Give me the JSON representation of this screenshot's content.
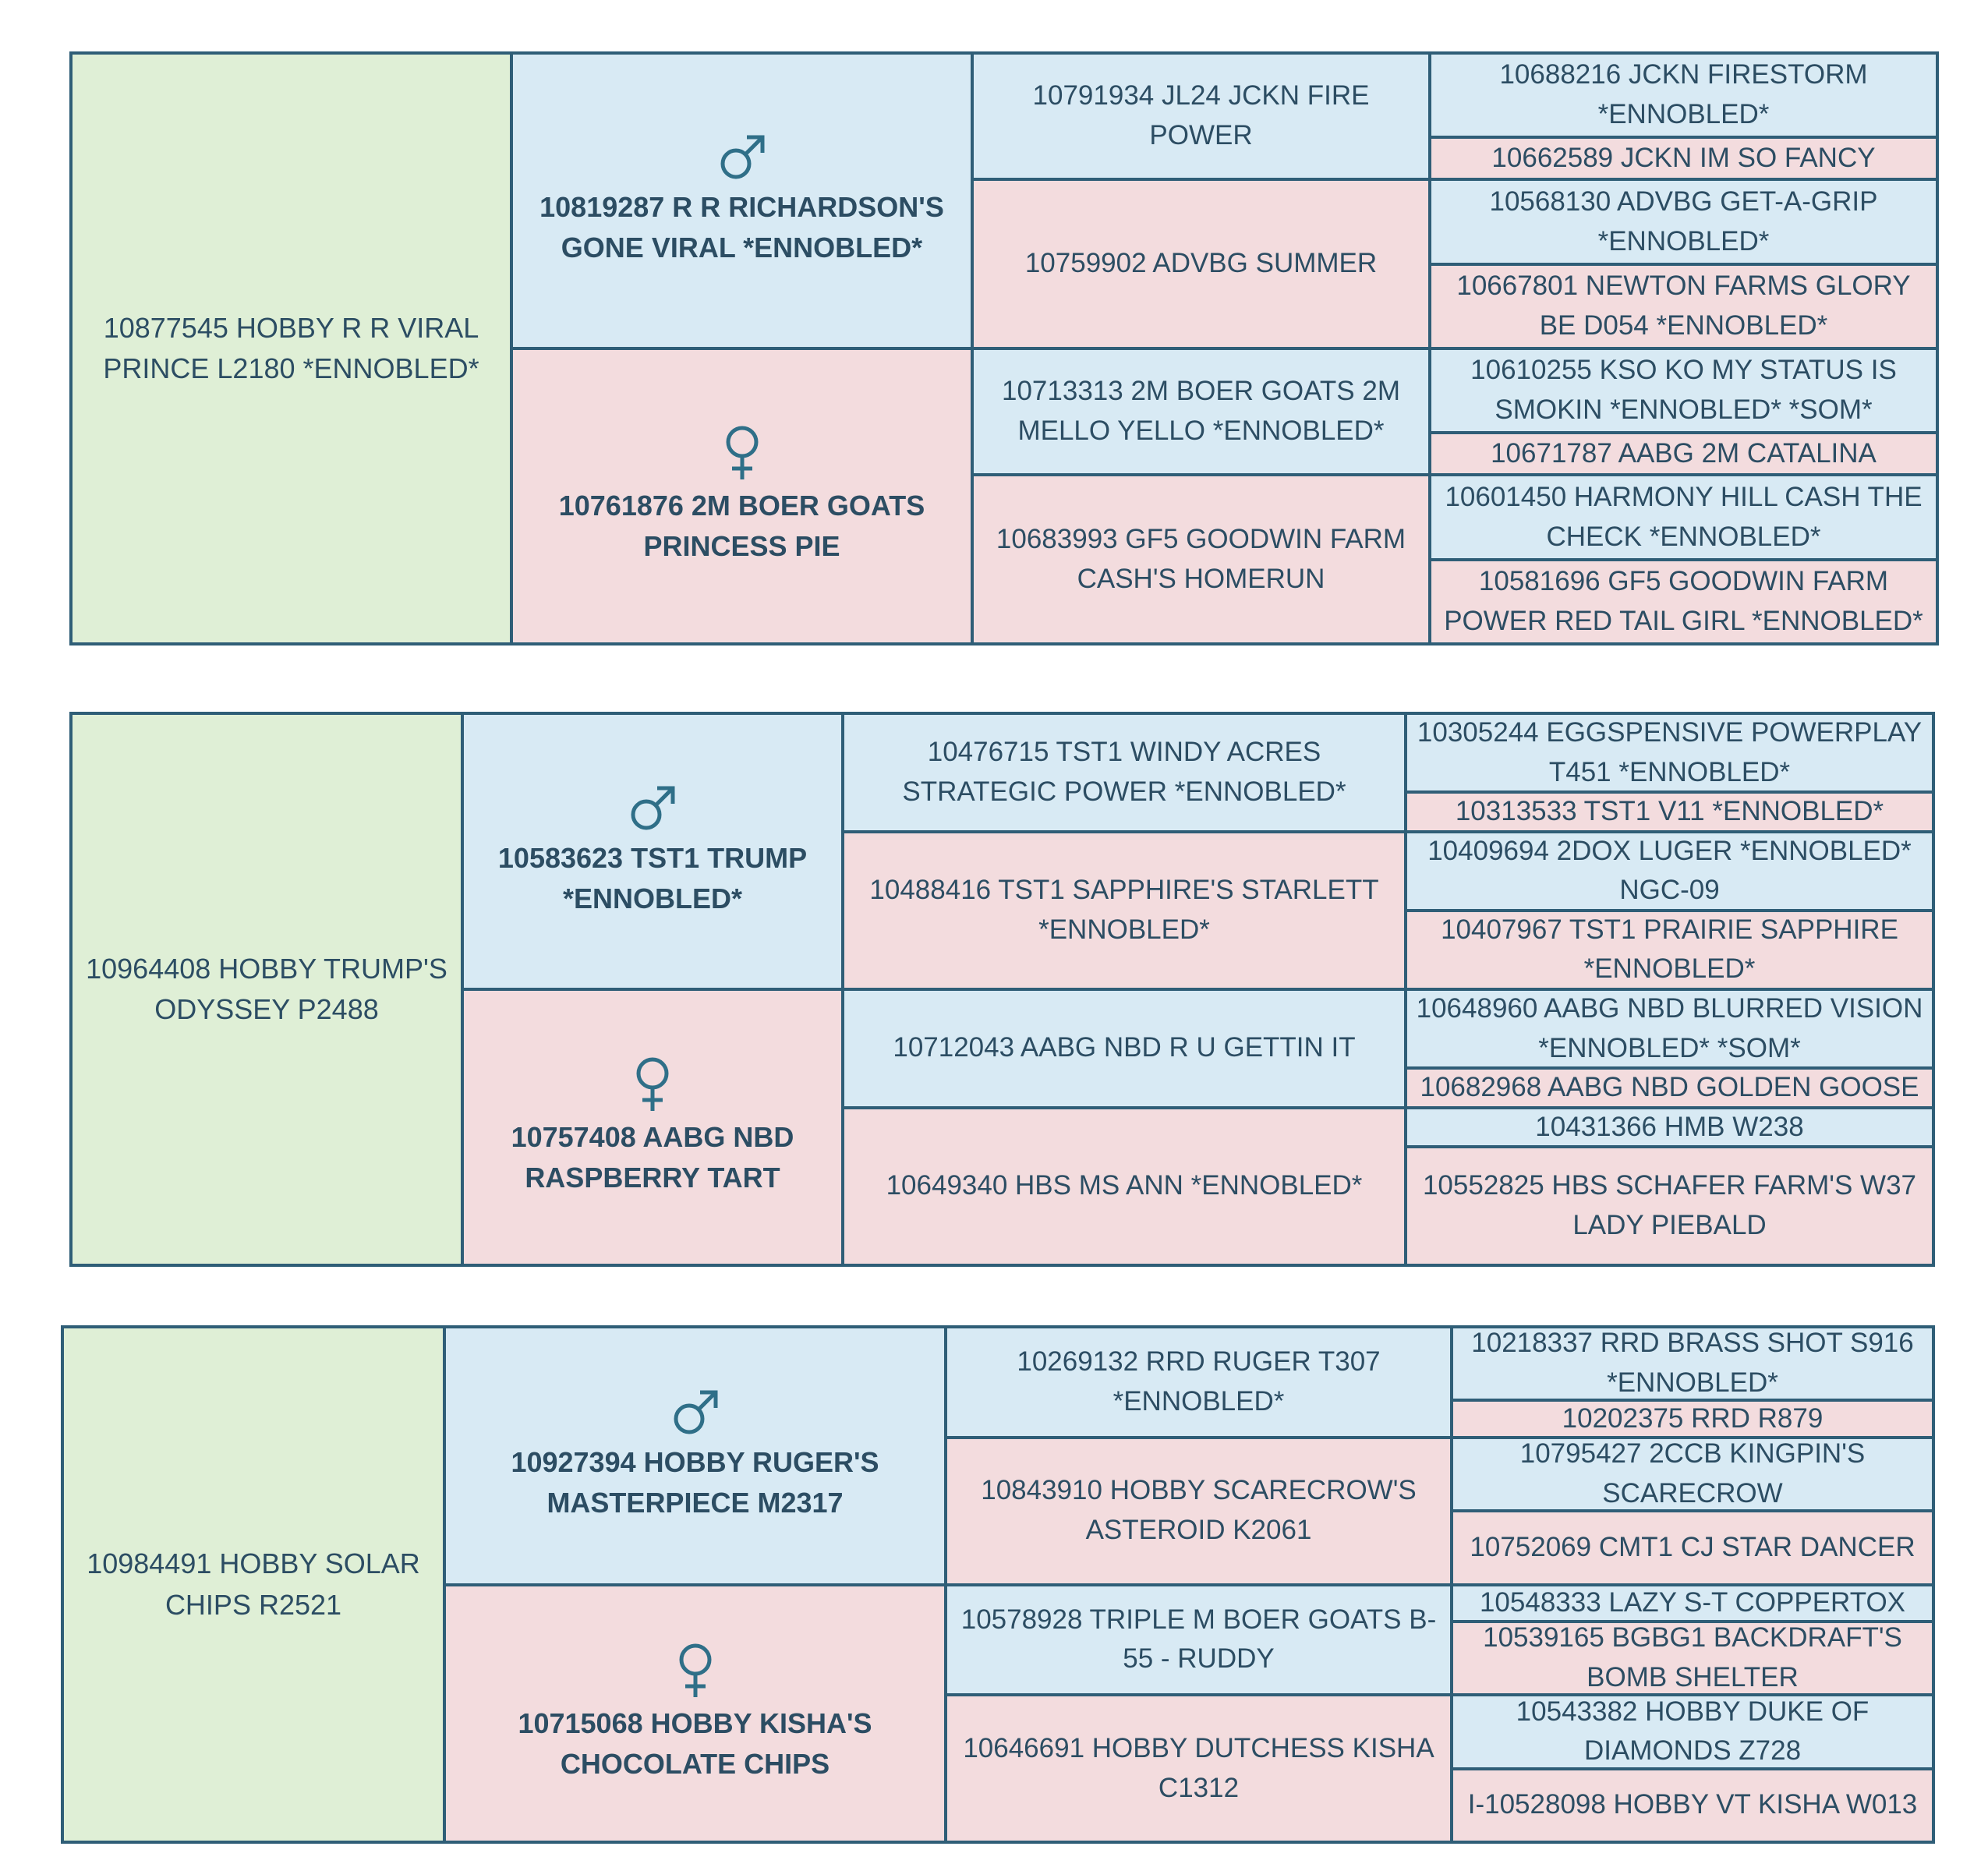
{
  "pedigrees": [
    {
      "subject": "10877545 HOBBY R R VIRAL PRINCE L2180 *ENNOBLED*",
      "sire": "10819287 R R RICHARDSON'S GONE VIRAL *ENNOBLED*",
      "dam": "10761876 2M BOER GOATS PRINCESS PIE",
      "sire_sire": "10791934 JL24 JCKN FIRE POWER",
      "sire_dam": "10759902 ADVBG SUMMER",
      "dam_sire": "10713313 2M BOER GOATS 2M MELLO YELLO *ENNOBLED*",
      "dam_dam": "10683993 GF5 GOODWIN FARM CASH'S HOMERUN",
      "gen3": [
        "10688216 JCKN FIRESTORM *ENNOBLED*",
        "10662589 JCKN IM SO FANCY",
        "10568130 ADVBG GET-A-GRIP *ENNOBLED*",
        "10667801 NEWTON FARMS GLORY BE D054 *ENNOBLED*",
        "10610255 KSO KO MY STATUS IS SMOKIN *ENNOBLED* *SOM*",
        "10671787 AABG 2M CATALINA",
        "10601450 HARMONY HILL CASH THE CHECK *ENNOBLED*",
        "10581696 GF5 GOODWIN FARM POWER RED TAIL GIRL *ENNOBLED*"
      ]
    },
    {
      "subject": "10964408 HOBBY TRUMP'S ODYSSEY P2488",
      "sire": "10583623 TST1 TRUMP *ENNOBLED*",
      "dam": "10757408 AABG NBD RASPBERRY TART",
      "sire_sire": "10476715 TST1 WINDY ACRES STRATEGIC POWER *ENNOBLED*",
      "sire_dam": "10488416 TST1 SAPPHIRE'S STARLETT *ENNOBLED*",
      "dam_sire": "10712043 AABG NBD R U GETTIN IT",
      "dam_dam": "10649340 HBS MS ANN *ENNOBLED*",
      "gen3": [
        "10305244 EGGSPENSIVE POWERPLAY T451 *ENNOBLED*",
        "10313533 TST1 V11 *ENNOBLED*",
        "10409694 2DOX LUGER *ENNOBLED* NGC-09",
        "10407967 TST1 PRAIRIE SAPPHIRE *ENNOBLED*",
        "10648960 AABG NBD BLURRED VISION *ENNOBLED* *SOM*",
        "10682968 AABG NBD GOLDEN GOOSE",
        "10431366 HMB W238",
        "10552825 HBS SCHAFER FARM'S W37 LADY PIEBALD"
      ]
    },
    {
      "subject": "10984491 HOBBY SOLAR CHIPS R2521",
      "sire": "10927394 HOBBY RUGER'S MASTERPIECE M2317",
      "dam": "10715068 HOBBY KISHA'S CHOCOLATE CHIPS",
      "sire_sire": "10269132 RRD RUGER T307 *ENNOBLED*",
      "sire_dam": "10843910 HOBBY SCARECROW'S ASTEROID K2061",
      "dam_sire": "10578928 TRIPLE M BOER GOATS B-55 - RUDDY",
      "dam_dam": "10646691 HOBBY DUTCHESS KISHA C1312",
      "gen3": [
        "10218337 RRD BRASS SHOT S916 *ENNOBLED*",
        "10202375 RRD R879",
        "10795427 2CCB KINGPIN'S SCARECROW",
        "10752069 CMT1 CJ STAR DANCER",
        "10548333 LAZY S-T COPPERTOX",
        "10539165 BGBG1 BACKDRAFT'S BOMB SHELTER",
        "10543382 HOBBY DUKE OF DIAMONDS Z728",
        "I-10528098 HOBBY VT KISHA W013"
      ]
    }
  ],
  "icons": {
    "male": "male-symbol-icon",
    "female": "female-symbol-icon"
  },
  "colors": {
    "subject": "#dfefd6",
    "male": "#d8eaf4",
    "female": "#f3dcde",
    "border": "#2f5e77"
  }
}
